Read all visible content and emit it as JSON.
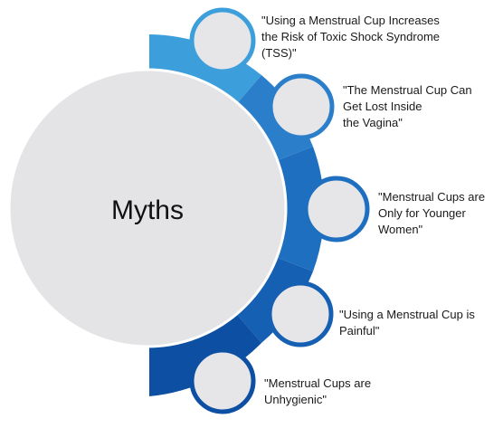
{
  "center": {
    "title": "Myths"
  },
  "myths": [
    {
      "text": "\"Using a Menstrual Cup Increases\nthe Risk of Toxic Shock Syndrome\n(TSS)\""
    },
    {
      "text": "\"The Menstrual Cup Can\nGet Lost Inside\nthe Vagina\""
    },
    {
      "text": "\"Menstrual Cups are\nOnly for Younger\nWomen\""
    },
    {
      "text": "\"Using a Menstrual Cup is\nPainful\""
    },
    {
      "text": "\"Menstrual Cups are\nUnhygienic\""
    }
  ],
  "colors": {
    "segment_1": "#3c9fdc",
    "segment_2": "#2b7fca",
    "segment_3": "#1f6fc0",
    "segment_4": "#1560b3",
    "segment_5": "#0d4fa3",
    "node_fill": "#e6e6e9",
    "center_fill": "#e4e4e7"
  }
}
